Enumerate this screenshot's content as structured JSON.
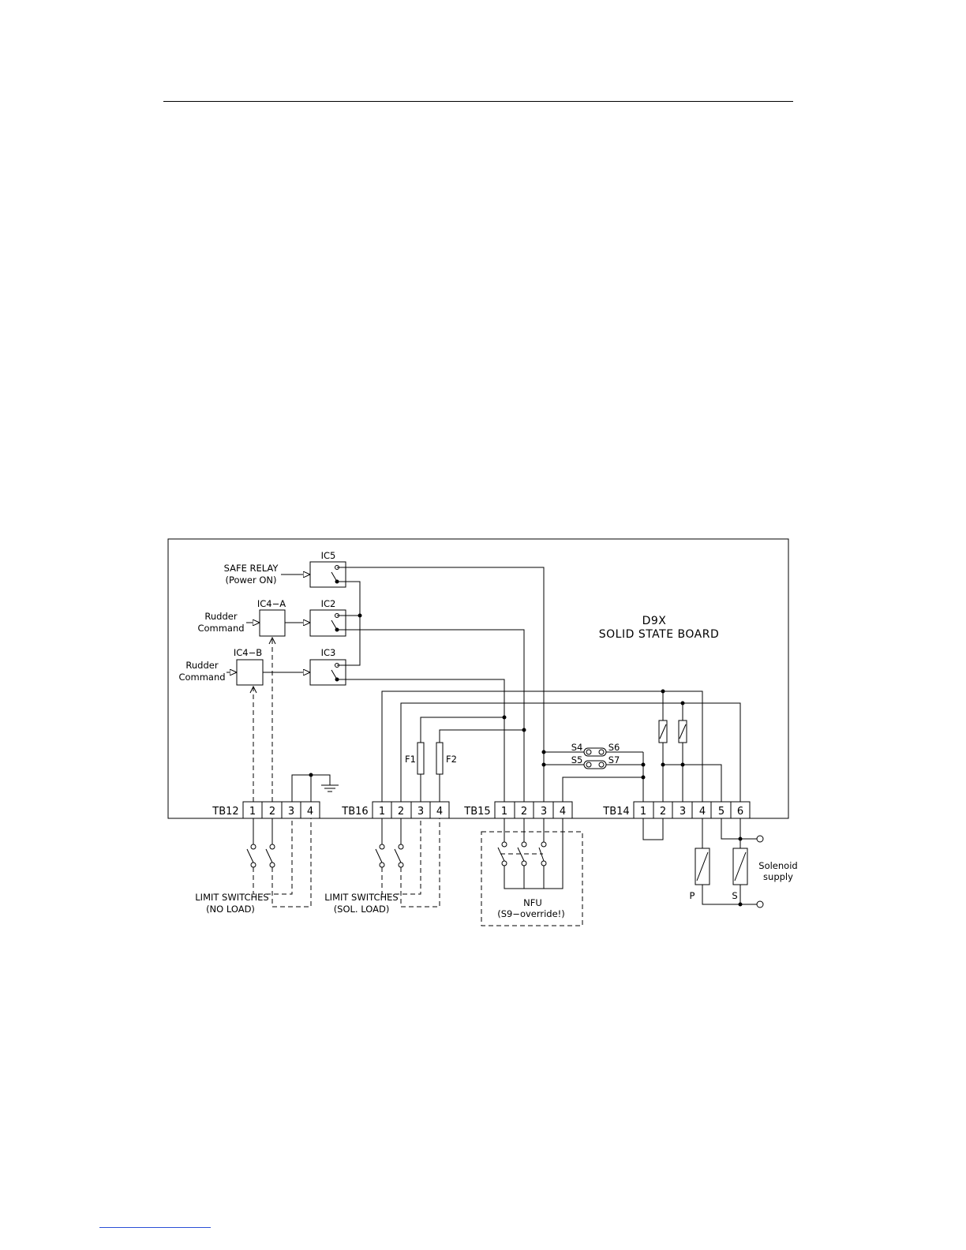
{
  "board": {
    "title_line1": "D9X",
    "title_line2": "SOLID STATE BOARD"
  },
  "inputs": {
    "safe_relay_line1": "SAFE RELAY",
    "safe_relay_line2": "(Power ON)",
    "rudder1_line1": "Rudder",
    "rudder1_line2": "Command",
    "rudder2_line1": "Rudder",
    "rudder2_line2": "Command"
  },
  "components": {
    "ic5": "IC5",
    "ic2": "IC2",
    "ic3": "IC3",
    "ic4a": "IC4−A",
    "ic4b": "IC4−B",
    "f1": "F1",
    "f2": "F2",
    "s4": "S4",
    "s5": "S5",
    "s6": "S6",
    "s7": "S7"
  },
  "terminal_blocks": [
    {
      "name": "TB12",
      "pins": [
        "1",
        "2",
        "3",
        "4"
      ]
    },
    {
      "name": "TB16",
      "pins": [
        "1",
        "2",
        "3",
        "4"
      ]
    },
    {
      "name": "TB15",
      "pins": [
        "1",
        "2",
        "3",
        "4"
      ]
    },
    {
      "name": "TB14",
      "pins": [
        "1",
        "2",
        "3",
        "4",
        "5",
        "6"
      ]
    }
  ],
  "external": {
    "limit1_line1": "LIMIT SWITCHES",
    "limit1_line2": "(NO LOAD)",
    "limit2_line1": "LIMIT SWITCHES",
    "limit2_line2": "(SOL. LOAD)",
    "nfu_line1": "NFU",
    "nfu_line2": "(S9−override!)",
    "p": "P",
    "s": "S",
    "solenoid_line1": "Solenoid",
    "solenoid_line2": "supply"
  }
}
